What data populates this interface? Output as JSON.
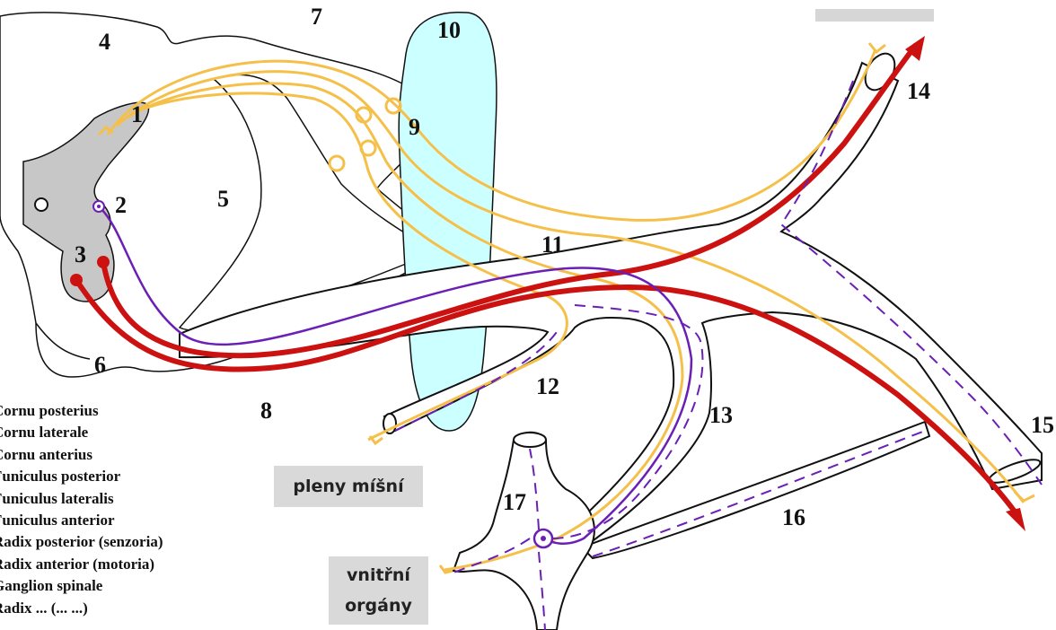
{
  "numbers": [
    "1",
    "2",
    "3",
    "4",
    "5",
    "6",
    "7",
    "8",
    "9",
    "10",
    "11",
    "12",
    "13",
    "14",
    "15",
    "16",
    "17"
  ],
  "legend": [
    "Cornu posterius",
    "Cornu laterale",
    "Cornu anterius",
    "Funiculus posterior",
    "Funiculus lateralis",
    "Funiculus anterior",
    "Radix posterior (senzoria)",
    "Radix anterior (motoria)",
    "Ganglion spinale",
    "Radix ... (... ...)"
  ],
  "labels": {
    "meninges": "pleny míšní",
    "organs_line1": "vnitřní",
    "organs_line2": "orgány"
  },
  "colors": {
    "sensory": "#f5c04a",
    "motor": "#cc1111",
    "autonomic": "#6a1fb5",
    "ganglion_fill": "#ccffff",
    "gray_matter": "#c7c7c7",
    "outline": "#111111"
  }
}
